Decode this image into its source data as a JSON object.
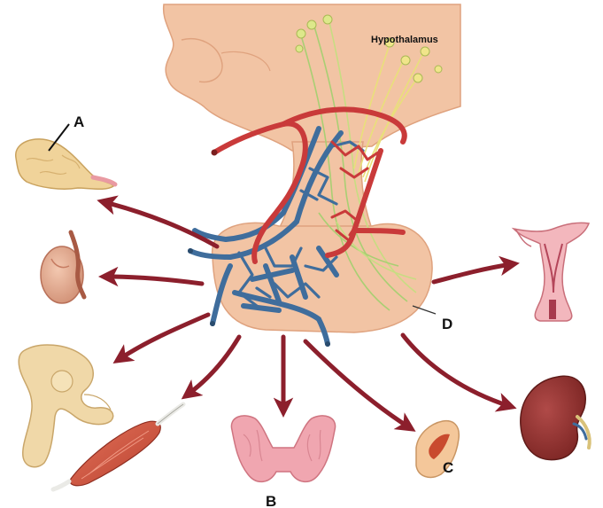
{
  "title": "Hypothalamus",
  "labels": {
    "a": "A",
    "b": "B",
    "c": "C",
    "d": "D"
  },
  "icons": {
    "hypothalamus": "hypothalamus-tissue",
    "pituitary": "pituitary-gland",
    "portal_vessels": "hypophyseal-portal-system",
    "adrenal": "adrenal-gland",
    "testis": "testis",
    "bone": "bone",
    "muscle": "muscle",
    "thyroid": "thyroid-gland",
    "skin": "skin-section",
    "uterus": "uterus",
    "kidney": "kidney"
  },
  "colors": {
    "tissue": "#f2c4a4",
    "tissue_dark": "#dfa27e",
    "artery": "#c93a3a",
    "vein": "#3f6d9c",
    "arrow": "#8c1f2c",
    "nerve": "#e9e07a",
    "nerve_green": "#a9cf73"
  }
}
